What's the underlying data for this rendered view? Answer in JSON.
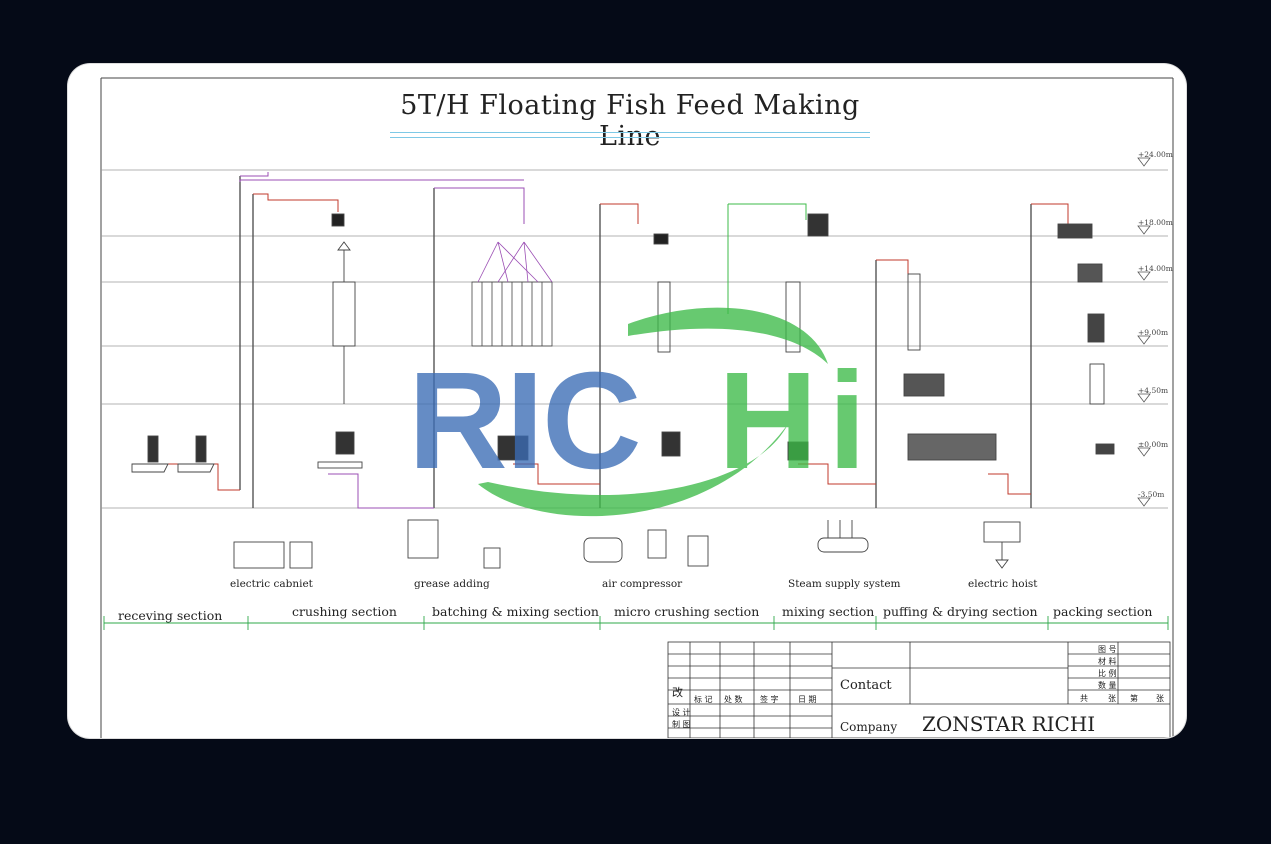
{
  "title": "5T/H Floating Fish Feed Making Line",
  "watermark": {
    "text": "RICHI",
    "blue": "#3b6cb5",
    "green": "#3dbb48"
  },
  "levels": [
    "+24.00m",
    "+18.00m",
    "+14.00m",
    "+9.00m",
    "+4.50m",
    "±0.00m",
    "-3.50m"
  ],
  "equipment_labels": {
    "cabinet": "electric cabniet",
    "grease": "grease adding",
    "compressor": "air compressor",
    "steam": "Steam supply system",
    "hoist": "electric hoist"
  },
  "sections": [
    "receving section",
    "crushing section",
    "batching & mixing section",
    "micro crushing section",
    "mixing section",
    "puffing & drying section",
    "packing section"
  ],
  "title_block": {
    "contact_label": "Contact",
    "company_label": "Company",
    "company_name": "ZONSTAR RICHI",
    "gai": "改",
    "row_labels": [
      "标 记",
      "处 数",
      "签 字",
      "日 期"
    ],
    "sheet_cells": [
      "图 号",
      "材 料",
      "比 例",
      "数 量"
    ],
    "sheet_footer": [
      "共",
      "张",
      "第",
      "张"
    ],
    "design": "设 计",
    "draw": "制 图"
  },
  "colors": {
    "line_red": "#c0392b",
    "line_purple": "#9b4fb4",
    "line_green": "#3dbb48",
    "dim_green": "#2fa84a",
    "floor": "#999"
  }
}
